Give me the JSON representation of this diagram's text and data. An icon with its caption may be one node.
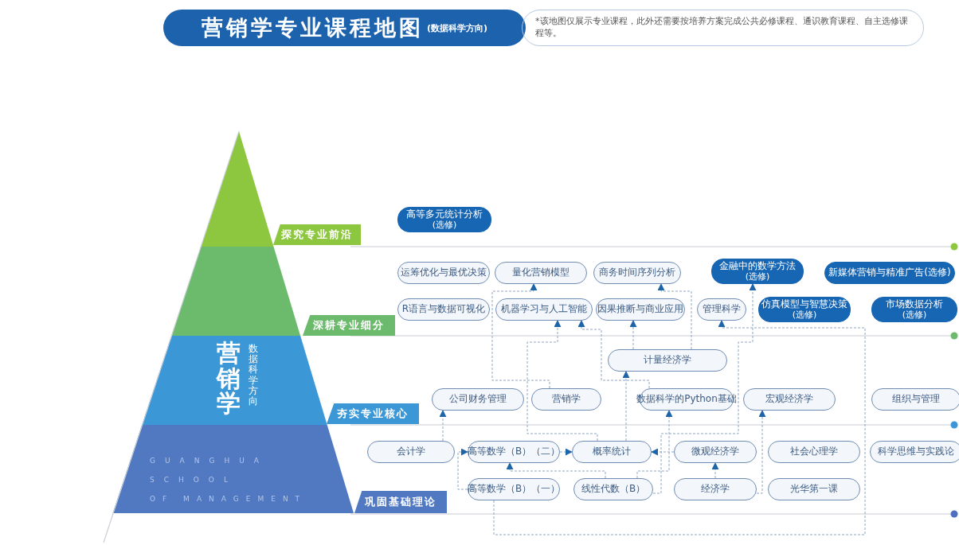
{
  "diagram": {
    "title": "营销学专业课程地图",
    "nodes": [
      {
        "text": [
          "高等多元统计分析",
          "(选修)"
        ]
      },
      {
        "text": [
          "运筹优化与最优决策"
        ]
      },
      {
        "text": [
          "量化营销模型"
        ]
      },
      {
        "text": [
          "商务时间序列分析"
        ]
      },
      {
        "text": [
          "金融中的数学方法",
          "(选修)"
        ]
      },
      {
        "text": [
          "新媒体营销与精准广告(选修)"
        ]
      },
      {
        "text": [
          "R语言与数据可视化"
        ]
      },
      {
        "text": [
          "机器学习与人工智能"
        ]
      },
      {
        "text": [
          "因果推断与商业应用"
        ]
      },
      {
        "text": [
          "管理科学"
        ]
      },
      {
        "text": [
          "仿真模型与智慧决策",
          "(选修)"
        ]
      },
      {
        "text": [
          "市场数据分析",
          "(选修)"
        ]
      },
      {
        "text": [
          "计量经济学"
        ]
      },
      {
        "text": [
          "公司财务管理"
        ]
      },
      {
        "text": [
          "营销学"
        ]
      },
      {
        "text": [
          "数据科学的Python基础"
        ]
      },
      {
        "text": [
          "宏观经济学"
        ]
      },
      {
        "text": [
          "组织与管理"
        ]
      },
      {
        "text": [
          "会计学"
        ]
      },
      {
        "text": [
          "高等数学（B）（二）"
        ]
      },
      {
        "text": [
          "概率统计"
        ]
      },
      {
        "text": [
          "微观经济学"
        ]
      },
      {
        "text": [
          "社会心理学"
        ]
      },
      {
        "text": [
          "科学思维与实践论"
        ]
      },
      {
        "text": [
          "高等数学（B）（一）"
        ]
      },
      {
        "text": [
          "线性代数（B）"
        ]
      },
      {
        "text": [
          "经济学"
        ]
      },
      {
        "text": [
          "光华第一课"
        ]
      },
      {
        "text": [
          "探究专业前沿"
        ]
      },
      {
        "text": [
          "深耕专业细分"
        ]
      },
      {
        "text": [
          "夯实专业核心"
        ]
      },
      {
        "text": [
          "巩固基础理论"
        ]
      }
    ],
    "edges": [
      {
        "from": 18,
        "to": 13,
        "arrow": "to",
        "style": "dashed"
      },
      {
        "from": 24,
        "to": 19,
        "arrow": "to",
        "style": "dashed"
      },
      {
        "from": 19,
        "to": 20,
        "arrow": "to",
        "style": "dashed"
      },
      {
        "from": 25,
        "to": 19,
        "arrow": "to",
        "style": "dashed"
      },
      {
        "from": 21,
        "to": 20,
        "arrow": "to",
        "style": "dashed"
      },
      {
        "from": 26,
        "to": 21,
        "arrow": "to",
        "style": "dashed"
      },
      {
        "from": 26,
        "to": 16,
        "arrow": "to",
        "style": "dashed"
      },
      {
        "from": 20,
        "to": 12,
        "arrow": "to",
        "style": "dashed"
      },
      {
        "from": 12,
        "to": 8,
        "arrow": "to",
        "style": "dashed"
      },
      {
        "from": 12,
        "to": 3,
        "arrow": "to",
        "style": "dashed"
      },
      {
        "from": 20,
        "to": 7,
        "arrow": "to",
        "style": "dashed"
      },
      {
        "from": 14,
        "to": 2,
        "arrow": "to",
        "style": "dashed"
      },
      {
        "from": 15,
        "to": 7,
        "arrow": "to",
        "style": "dashed"
      },
      {
        "from": 24,
        "to": 9,
        "arrow": "to",
        "style": "dashed"
      },
      {
        "from": 25,
        "to": 4,
        "arrow": "to",
        "style": "dashed"
      },
      {
        "from": 25,
        "to": 15,
        "arrow": "to",
        "style": "dashed"
      }
    ],
    "labels": [
      "(数据科学方向)",
      "*该地图仅展示专业课程，此外还需要按培养方案完成公共必修课程、通识教育课程、自主选修课程等。",
      "营销学",
      "数据科学方向",
      "GUANGHUA",
      "SCHOOL",
      "OF MANAGEMENT"
    ]
  }
}
